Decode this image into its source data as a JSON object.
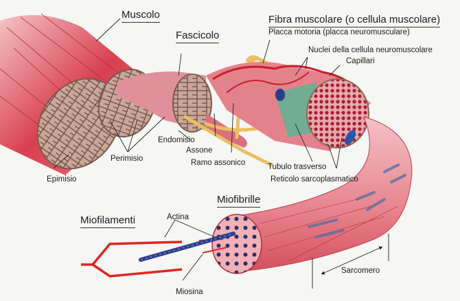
{
  "diagram": {
    "titles": {
      "muscolo": "Muscolo",
      "fascicolo": "Fascicolo",
      "fibra": "Fibra muscolare (o cellula muscolare)",
      "miofibrille": "Miofibrille",
      "miofilamenti": "Miofilamenti"
    },
    "labels": {
      "placca": "Placca motoria (placca neuromusculare)",
      "nuclei": "Nuclei della cellula neuromuscolare",
      "capillari": "Capillari",
      "endomisio": "Endomisio",
      "assone": "Assone",
      "ramo": "Ramo assonico",
      "perimisio": "Perimisio",
      "epimisio": "Epimisio",
      "tubulo": "Tubulo trasverso",
      "reticolo": "Reticolo sarcoplasmatico",
      "actina": "Actina",
      "miosina": "Miosina",
      "sarcomero": "Sarcomero"
    },
    "colors": {
      "muscle": "#d9404f",
      "muscle_light": "#f2b8bd",
      "tissue": "#c9a79a",
      "nerve": "#e9c060",
      "capillary": "#c81e28",
      "reticulum": "#5db592",
      "myosin": "#2a3f8c",
      "actin": "#e0261f"
    }
  }
}
